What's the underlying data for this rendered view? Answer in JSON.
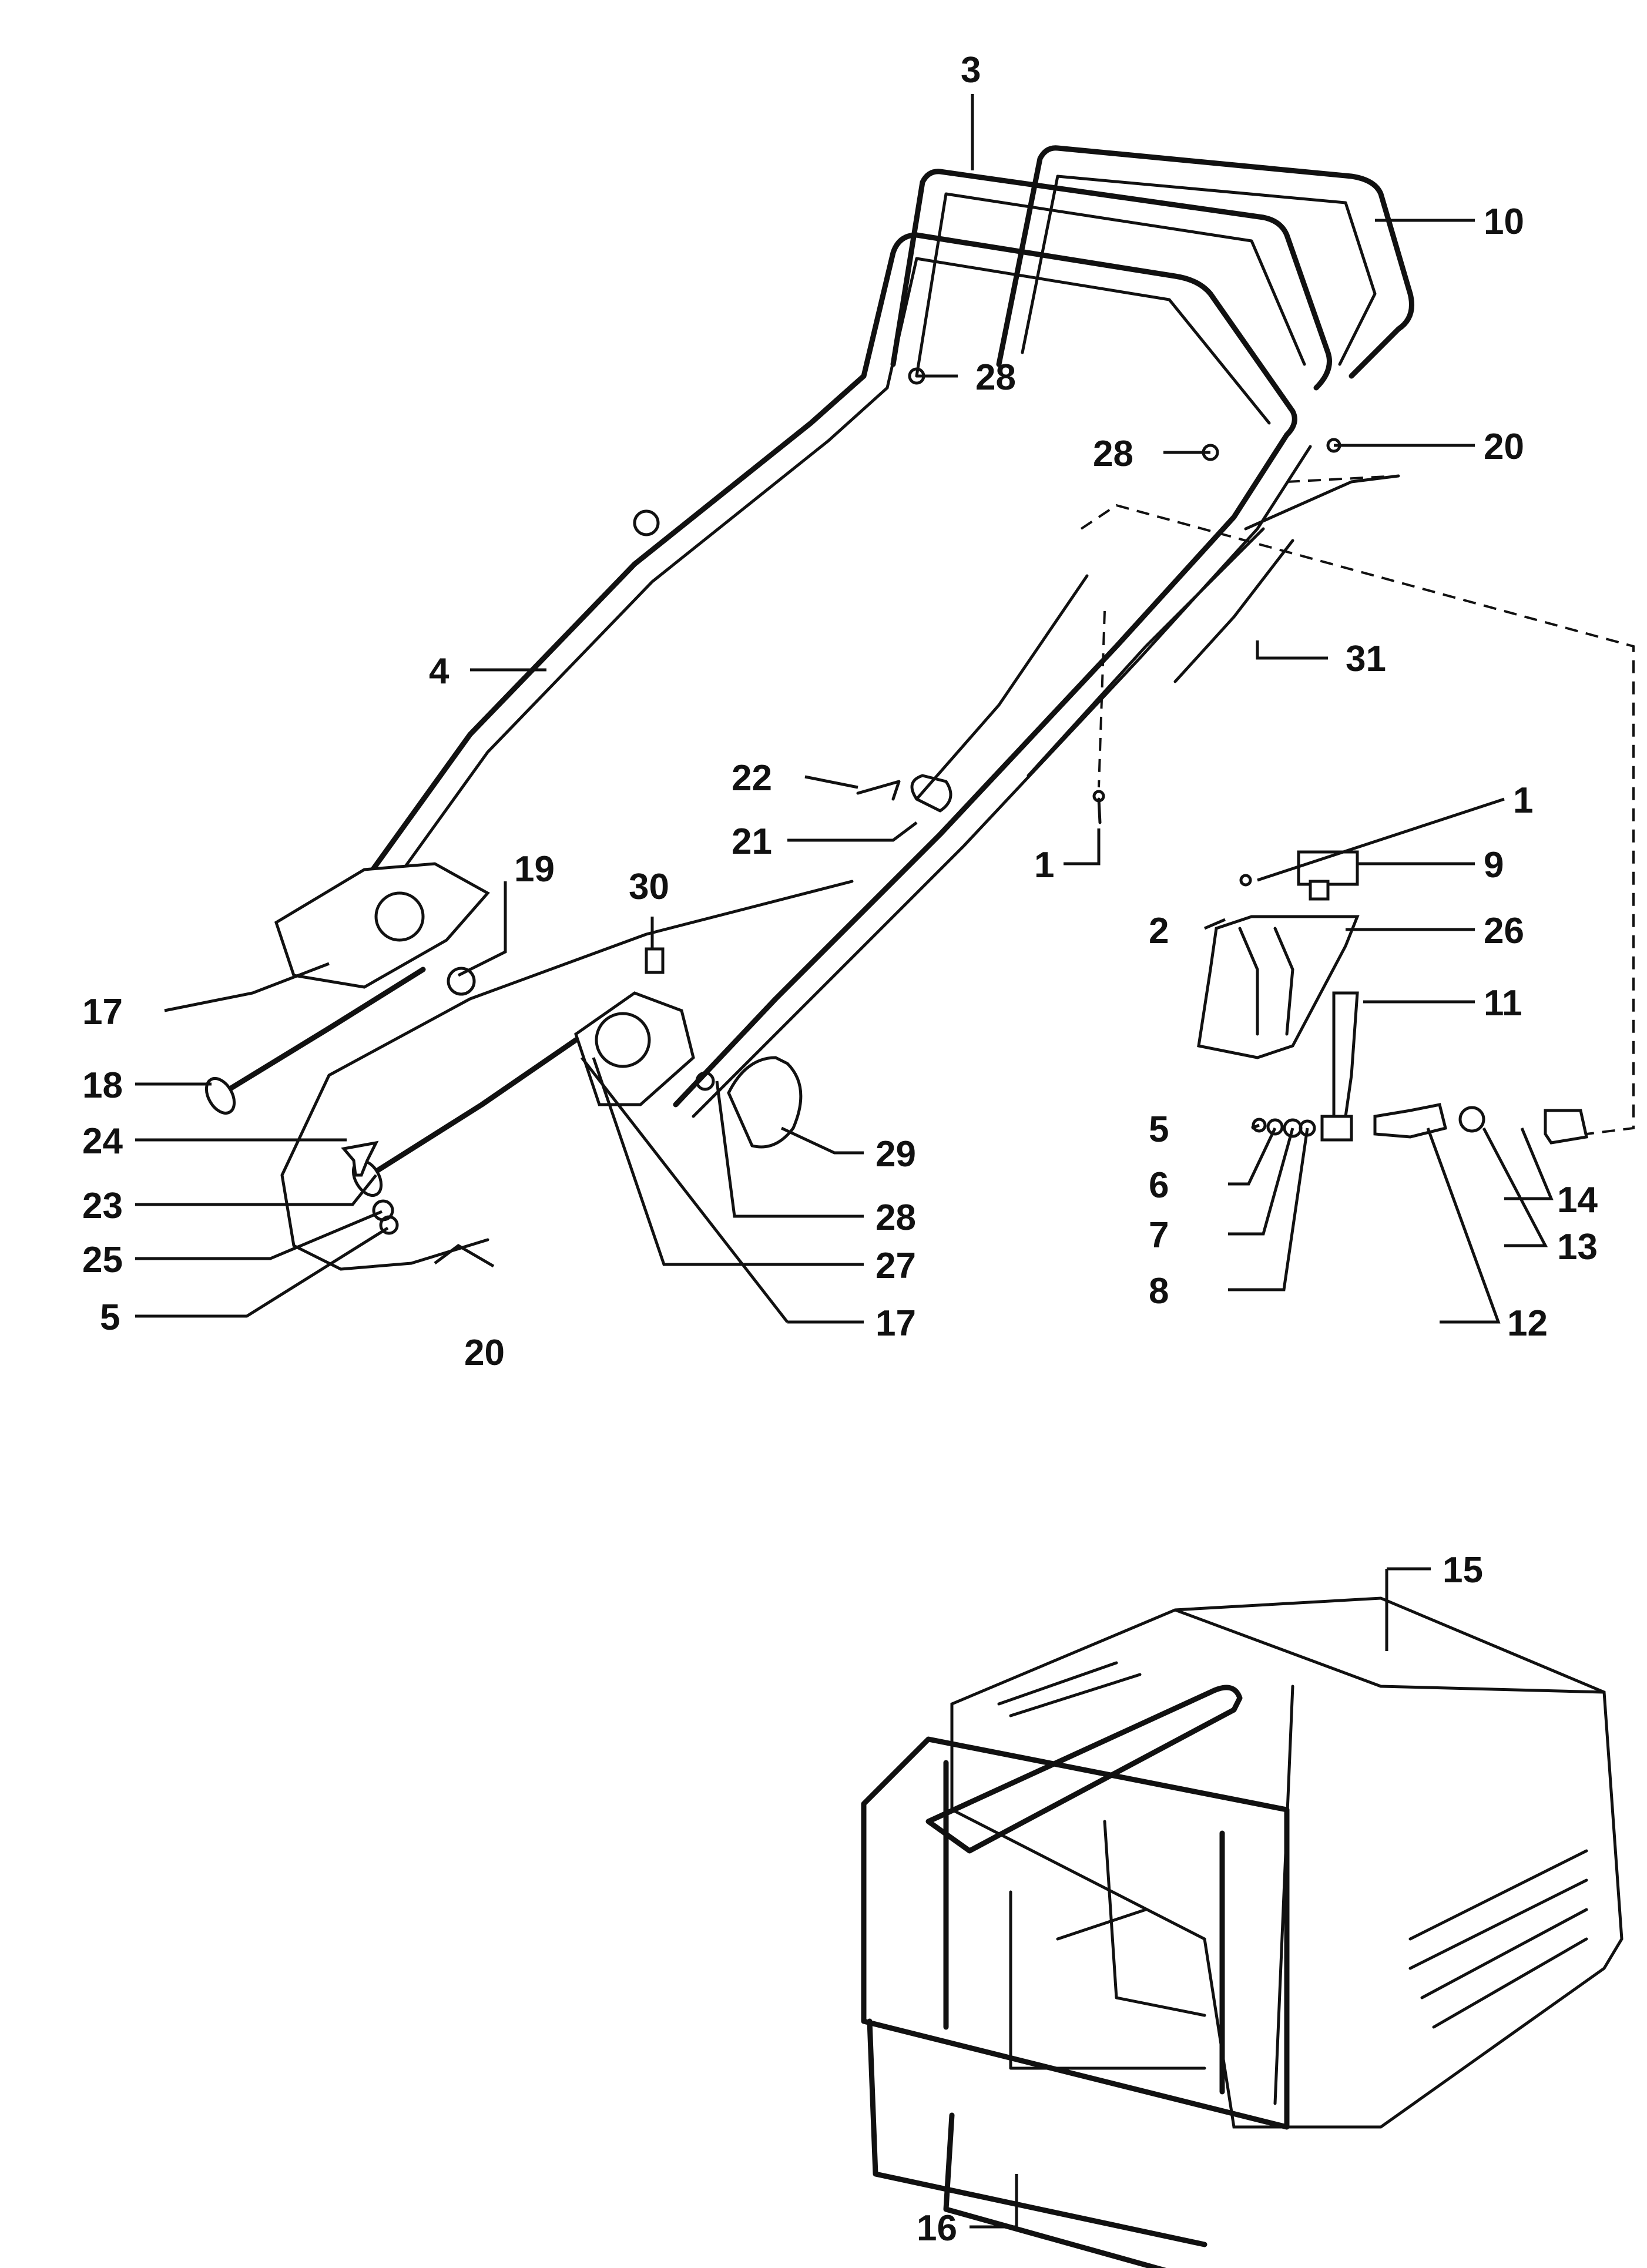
{
  "callouts": {
    "c3": "3",
    "c10": "10",
    "c28a": "28",
    "c28b": "28",
    "c20a": "20",
    "c31": "31",
    "c4": "4",
    "c22": "22",
    "c21": "21",
    "c1a": "1",
    "c1b": "1",
    "c9": "9",
    "c19": "19",
    "c30": "30",
    "c2": "2",
    "c26": "26",
    "c17a": "17",
    "c11": "11",
    "c18": "18",
    "c5a": "5",
    "c24": "24",
    "c29": "29",
    "c6": "6",
    "c23": "23",
    "c28c": "28",
    "c7": "7",
    "c14": "14",
    "c25": "25",
    "c27": "27",
    "c13": "13",
    "c8": "8",
    "c5b": "5",
    "c17b": "17",
    "c12": "12",
    "c20b": "20",
    "c15": "15",
    "c16": "16"
  }
}
